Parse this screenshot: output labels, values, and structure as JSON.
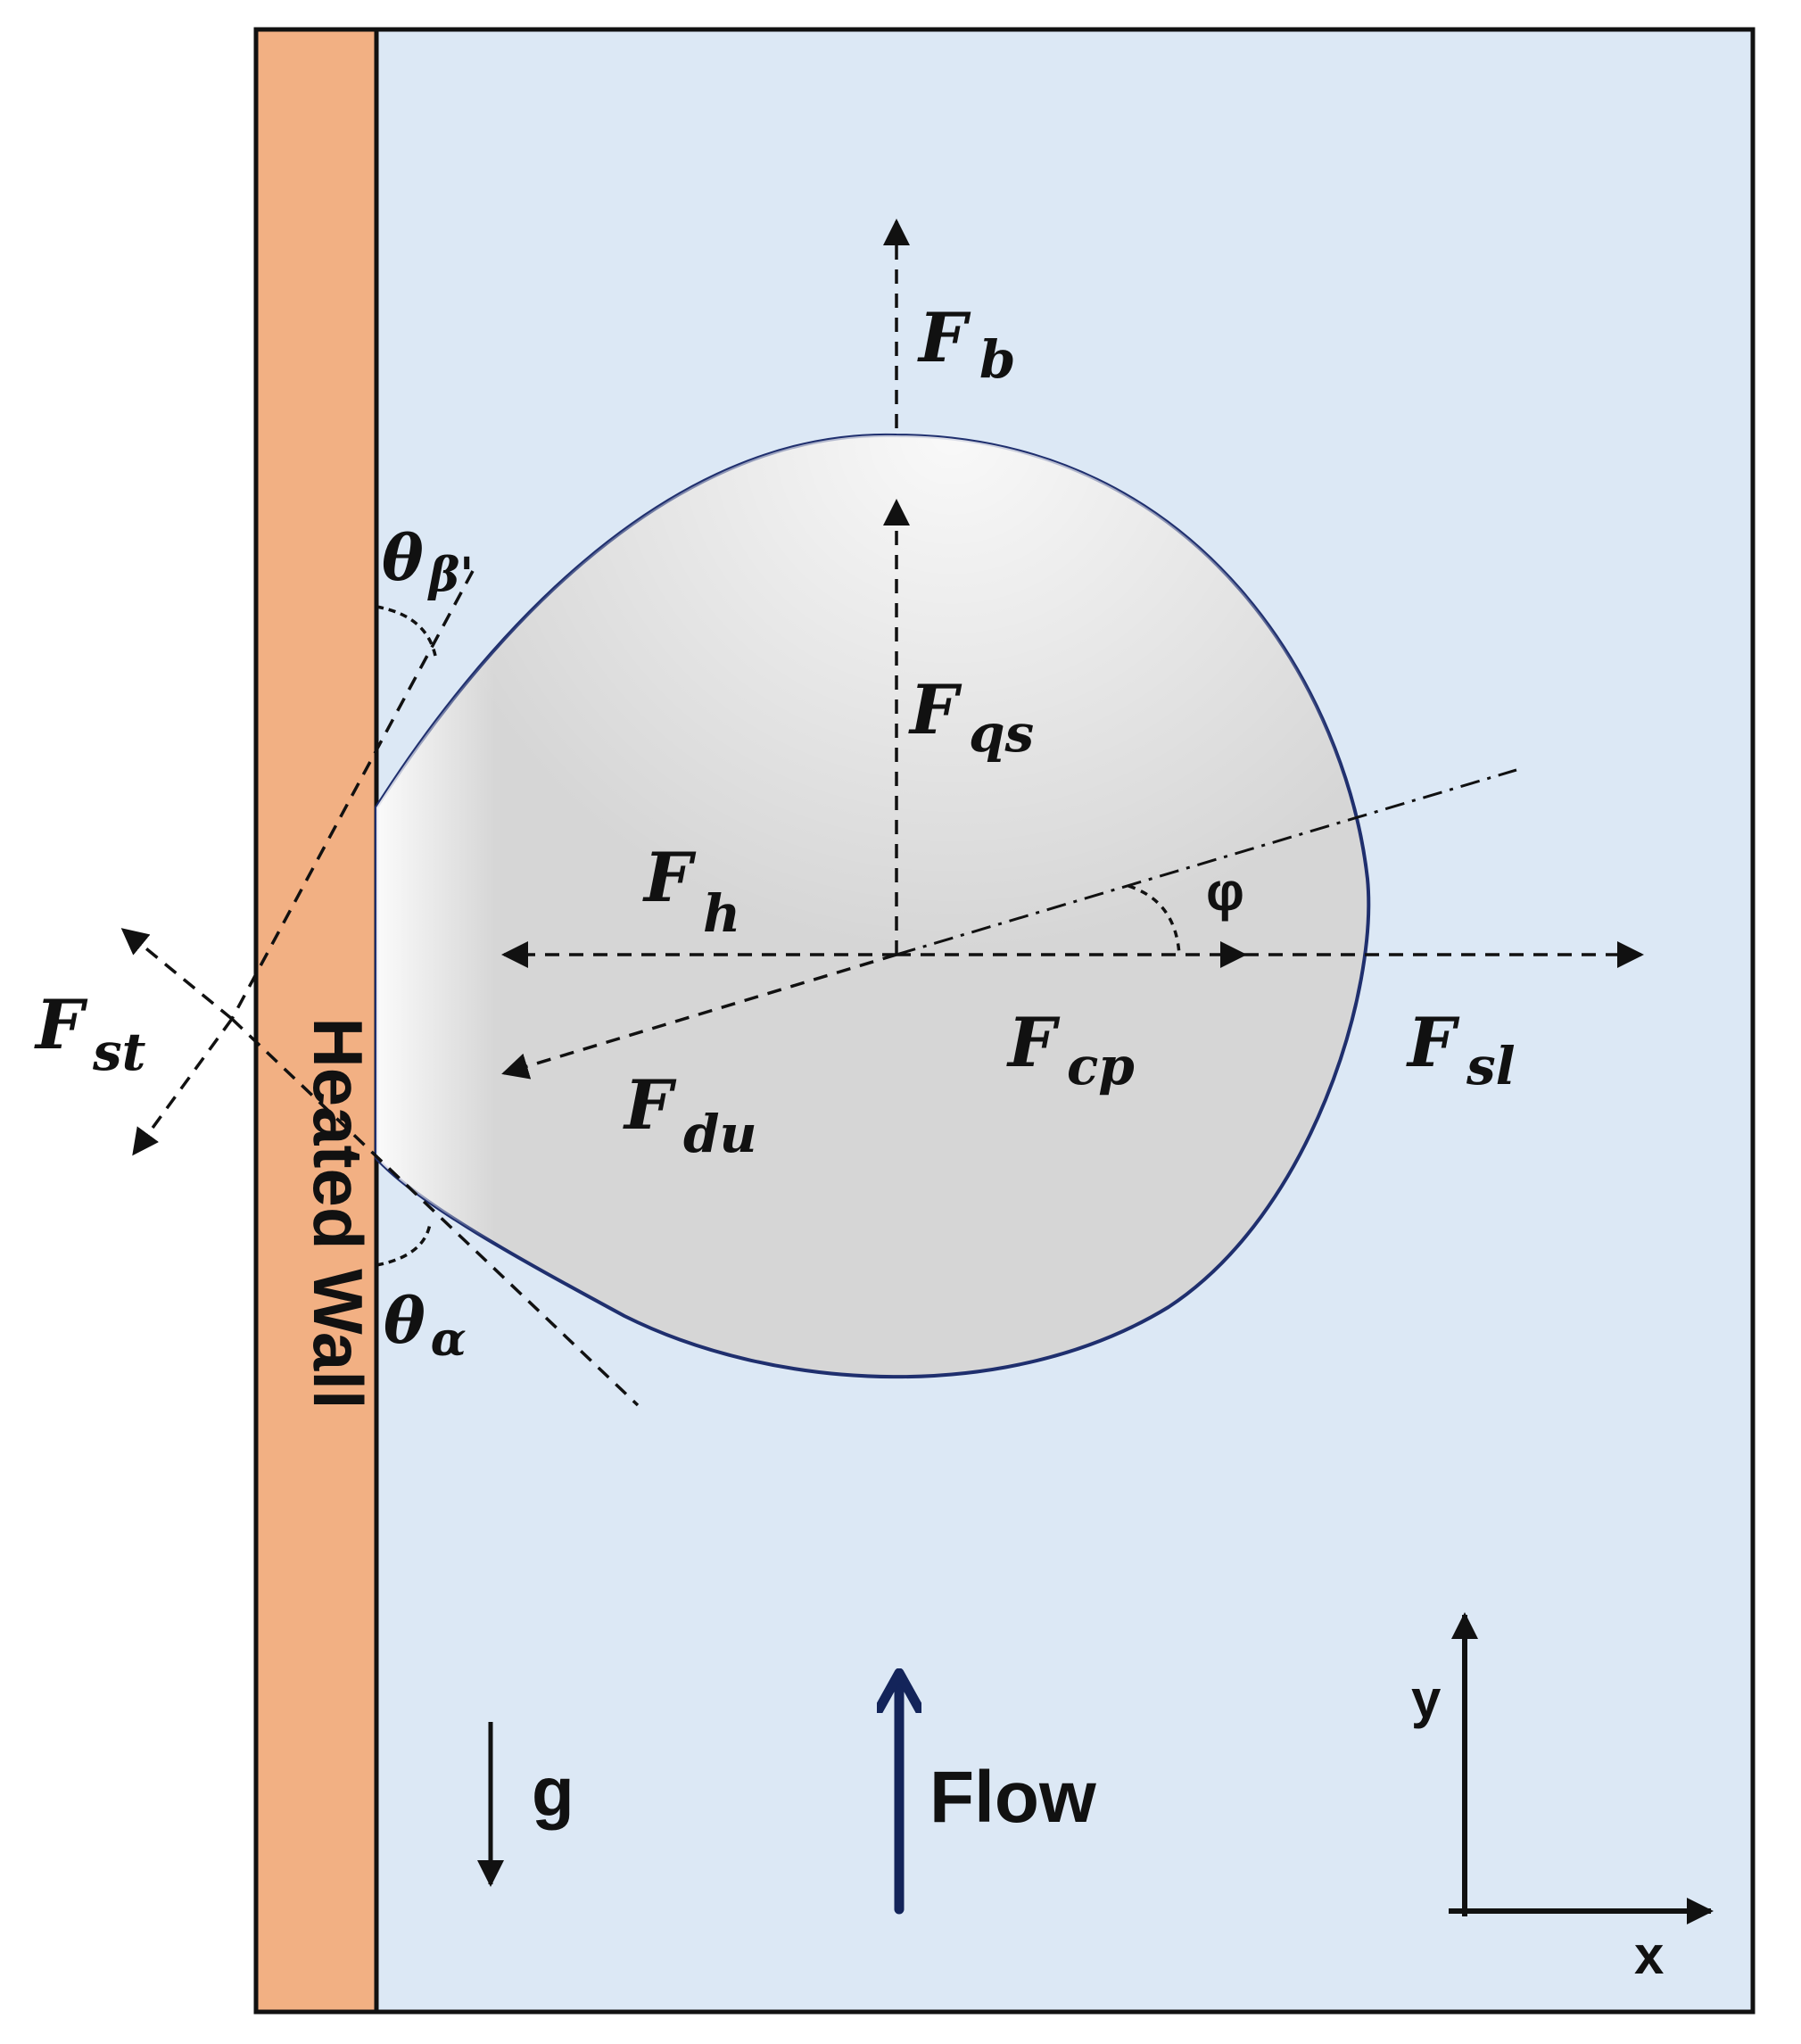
{
  "colors": {
    "fluid": "#dce8f5",
    "wall": "#f2b083",
    "bubble": "#d6d6d6",
    "bubble_outline": "#1f2f6e",
    "flow_arrow": "#13245a",
    "ink": "#111111"
  },
  "wall": {
    "label": "Heated Wall"
  },
  "forces": {
    "buoyancy": {
      "main": "F",
      "sub": "b"
    },
    "quasi_steady": {
      "main": "F",
      "sub": "qs"
    },
    "hydrodynamic": {
      "main": "F",
      "sub": "h"
    },
    "contact_pressure": {
      "main": "F",
      "sub": "cp"
    },
    "shear_lift": {
      "main": "F",
      "sub": "sl"
    },
    "growth": {
      "main": "F",
      "sub": "du"
    },
    "surface_tension": {
      "main": "F",
      "sub": "st"
    }
  },
  "angles": {
    "theta_beta": {
      "main": "θ",
      "sub": "β'"
    },
    "theta_alpha": {
      "main": "θ",
      "sub": "α"
    },
    "phi": "φ"
  },
  "legend": {
    "gravity": "g",
    "flow": "Flow"
  },
  "axes": {
    "y": "y",
    "x": "x"
  }
}
